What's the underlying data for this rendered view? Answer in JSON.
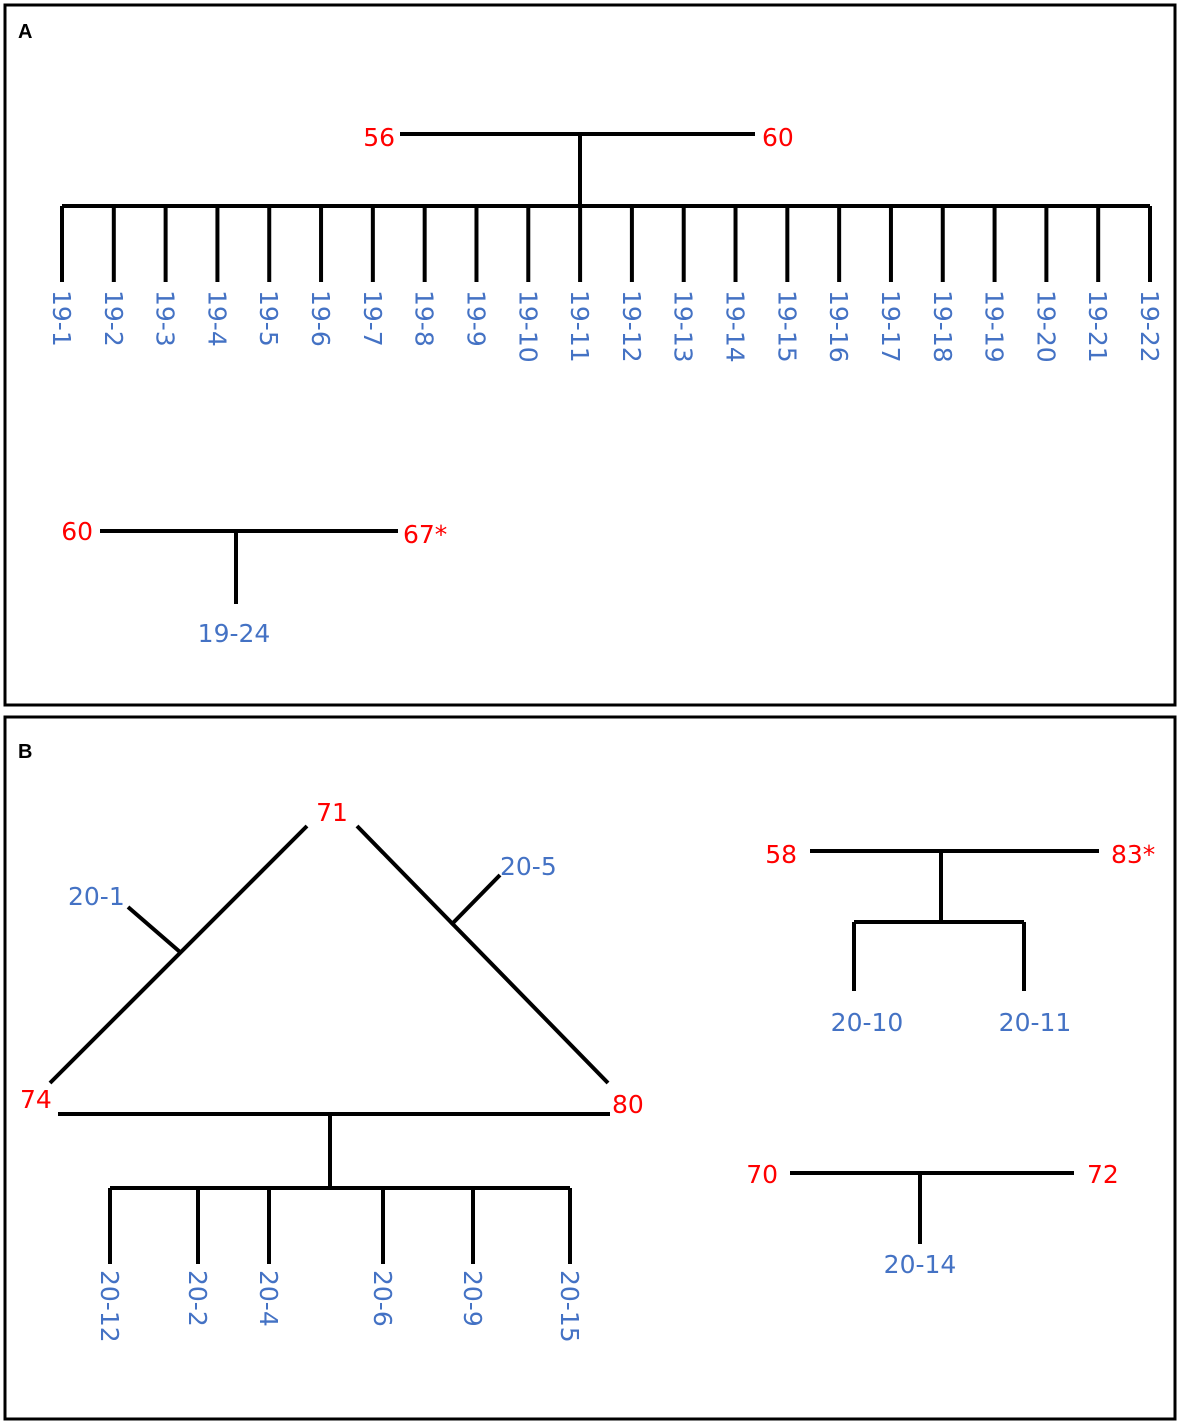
{
  "colors": {
    "parent": "#ff0000",
    "offspring": "#4472c4",
    "line": "#000000"
  },
  "panels": {
    "A": {
      "label": "A",
      "family1": {
        "p1": "56",
        "p2": "60",
        "children": [
          "19-1",
          "19-2",
          "19-3",
          "19-4",
          "19-5",
          "19-6",
          "19-7",
          "19-8",
          "19-9",
          "19-10",
          "19-11",
          "19-12",
          "19-13",
          "19-14",
          "19-15",
          "19-16",
          "19-17",
          "19-18",
          "19-19",
          "19-20",
          "19-21",
          "19-22"
        ]
      },
      "family2": {
        "p1": "60",
        "p2": "67*",
        "child": "19-24"
      }
    },
    "B": {
      "label": "B",
      "triangle": {
        "top": "71",
        "left": "74",
        "right": "80",
        "left_child": "20-1",
        "right_child": "20-5",
        "children": [
          "20-12",
          "20-2",
          "20-4",
          "20-6",
          "20-9",
          "20-15"
        ]
      },
      "family2": {
        "p1": "58",
        "p2": "83*",
        "children": [
          "20-10",
          "20-11"
        ]
      },
      "family3": {
        "p1": "70",
        "p2": "72",
        "child": "20-14"
      }
    }
  }
}
